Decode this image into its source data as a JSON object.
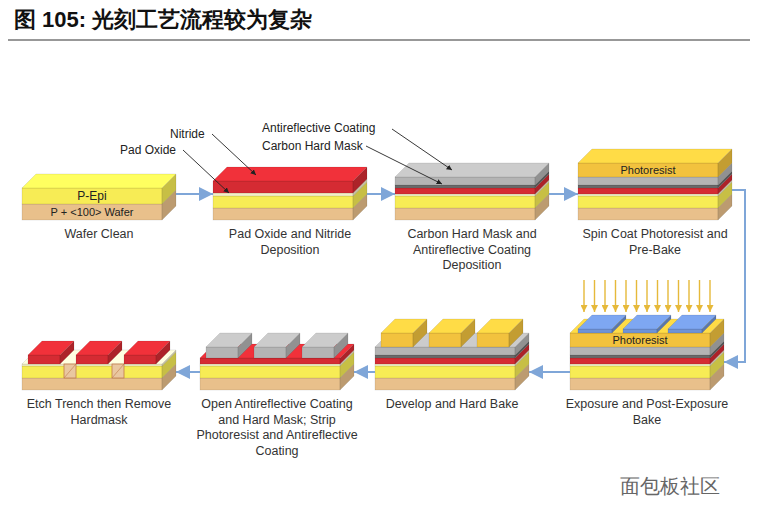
{
  "diagram": {
    "title": "图 105: 光刻工艺流程较为复杂",
    "nodes": [
      {
        "text": [
          "Wafer Clean"
        ]
      },
      {
        "text": [
          "Pad Oxide and Nitride Deposition"
        ]
      },
      {
        "text": [
          "Carbon Hard Mask and Antireflective Coating Deposition"
        ]
      },
      {
        "text": [
          "Spin Coat Photoresist and Pre-Bake"
        ]
      },
      {
        "text": [
          "Exposure and Post-Exposure Bake"
        ]
      },
      {
        "text": [
          "Develop and Hard Bake"
        ]
      },
      {
        "text": [
          "Open Antireflective Coating and Hard Mask; Strip Photoresist and Antireflective Coating"
        ]
      },
      {
        "text": [
          "Etch Trench then Remove Hardmask"
        ]
      }
    ],
    "edges": [
      {
        "from": 0,
        "to": 1,
        "arrow": "to"
      },
      {
        "from": 1,
        "to": 2,
        "arrow": "to"
      },
      {
        "from": 2,
        "to": 3,
        "arrow": "to"
      },
      {
        "from": 3,
        "to": 4,
        "arrow": "to"
      },
      {
        "from": 4,
        "to": 5,
        "arrow": "to"
      },
      {
        "from": 5,
        "to": 6,
        "arrow": "to"
      },
      {
        "from": 6,
        "to": 7,
        "arrow": "to"
      }
    ],
    "labels": [
      "Nitride",
      "Pad Oxide",
      "Antireflective Coating",
      "Carbon Hard Mask",
      "P-Epi",
      "P + <100> Wafer",
      "Photoresist",
      "Photoresist",
      "面包板社区"
    ]
  }
}
